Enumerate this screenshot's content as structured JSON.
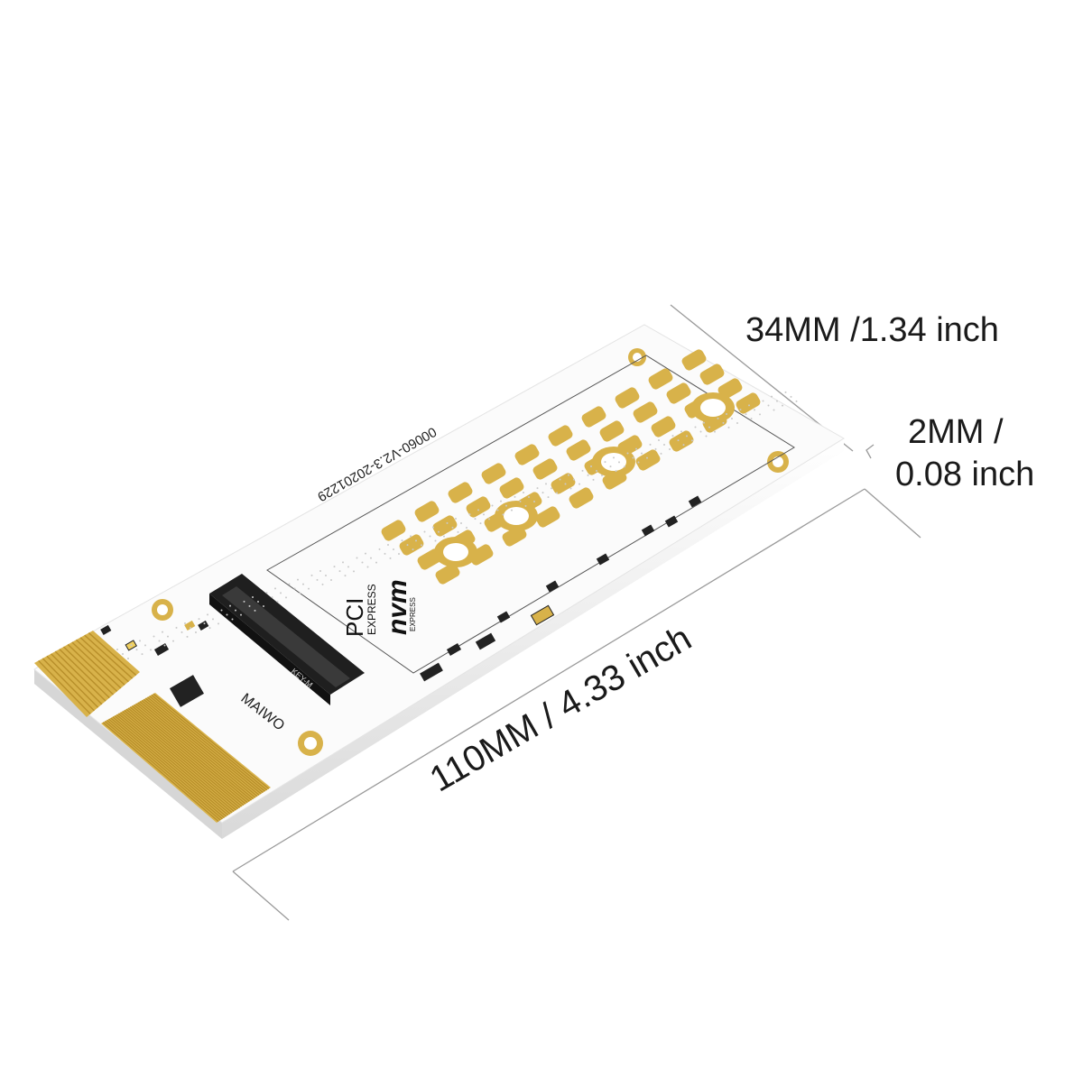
{
  "dimensions": {
    "width_label": "34MM /1.34 inch",
    "thickness_label_line1": "2MM /",
    "thickness_label_line2": "0.08 inch",
    "length_label": "110MM /  4.33 inch"
  },
  "board": {
    "brand": "MAIWO",
    "revision": "00060-V2.3-20201229",
    "connector_key": "KEY-M",
    "logo_line1": "PCI",
    "logo_line2": "EXPRESS",
    "logo_nvme": "nvm",
    "logo_express": "EXPRESS"
  },
  "colors": {
    "pcb": "#fbfbfb",
    "gold": "#d8b24a",
    "gold_dark": "#b88f2a",
    "connector": "#1f1f1f",
    "dimension_line": "#9a9a9a"
  }
}
